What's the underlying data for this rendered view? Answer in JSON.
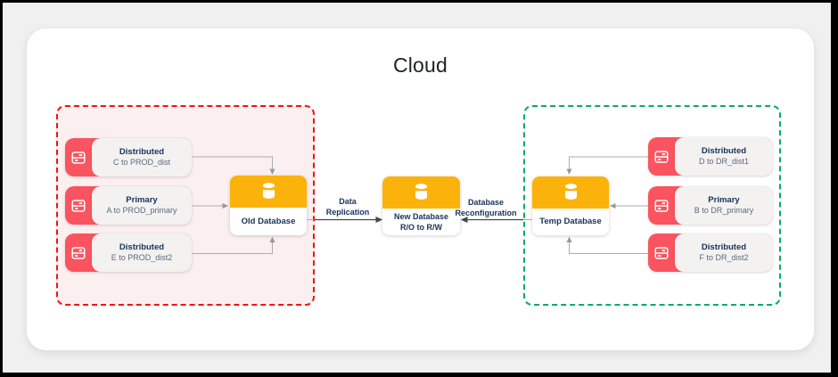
{
  "title": "Cloud",
  "colors": {
    "accent_yellow": "#FBB20A",
    "accent_red": "#F9545F",
    "zone_red_border": "#EE1414",
    "zone_red_fill": "#FBEFEF",
    "zone_green_border": "#0BAA67",
    "text_navy": "#16325C",
    "text_muted": "#5A6A7F",
    "connector_light": "#ACACB2",
    "connector_dark": "#41464B"
  },
  "icons": {
    "server": "server-icon",
    "database": "database-icon"
  },
  "prod_zone": {
    "servers": [
      {
        "title": "Distributed",
        "subtitle": "C to PROD_dist"
      },
      {
        "title": "Primary",
        "subtitle": "A to PROD_primary"
      },
      {
        "title": "Distributed",
        "subtitle": "E to PROD_dist2"
      }
    ],
    "database": {
      "label": "Old Database"
    }
  },
  "center": {
    "database": {
      "label": "New Database",
      "mode": "R/O to R/W"
    },
    "replication_arrow": {
      "line1": "Data",
      "line2": "Replication"
    },
    "reconfiguration_arrow": {
      "line1": "Database",
      "line2": "Reconfiguration"
    }
  },
  "dr_zone": {
    "database": {
      "label": "Temp Database"
    },
    "servers": [
      {
        "title": "Distributed",
        "subtitle": "D to DR_dist1"
      },
      {
        "title": "Primary",
        "subtitle": "B to DR_primary"
      },
      {
        "title": "Distributed",
        "subtitle": "F to DR_dist2"
      }
    ]
  }
}
